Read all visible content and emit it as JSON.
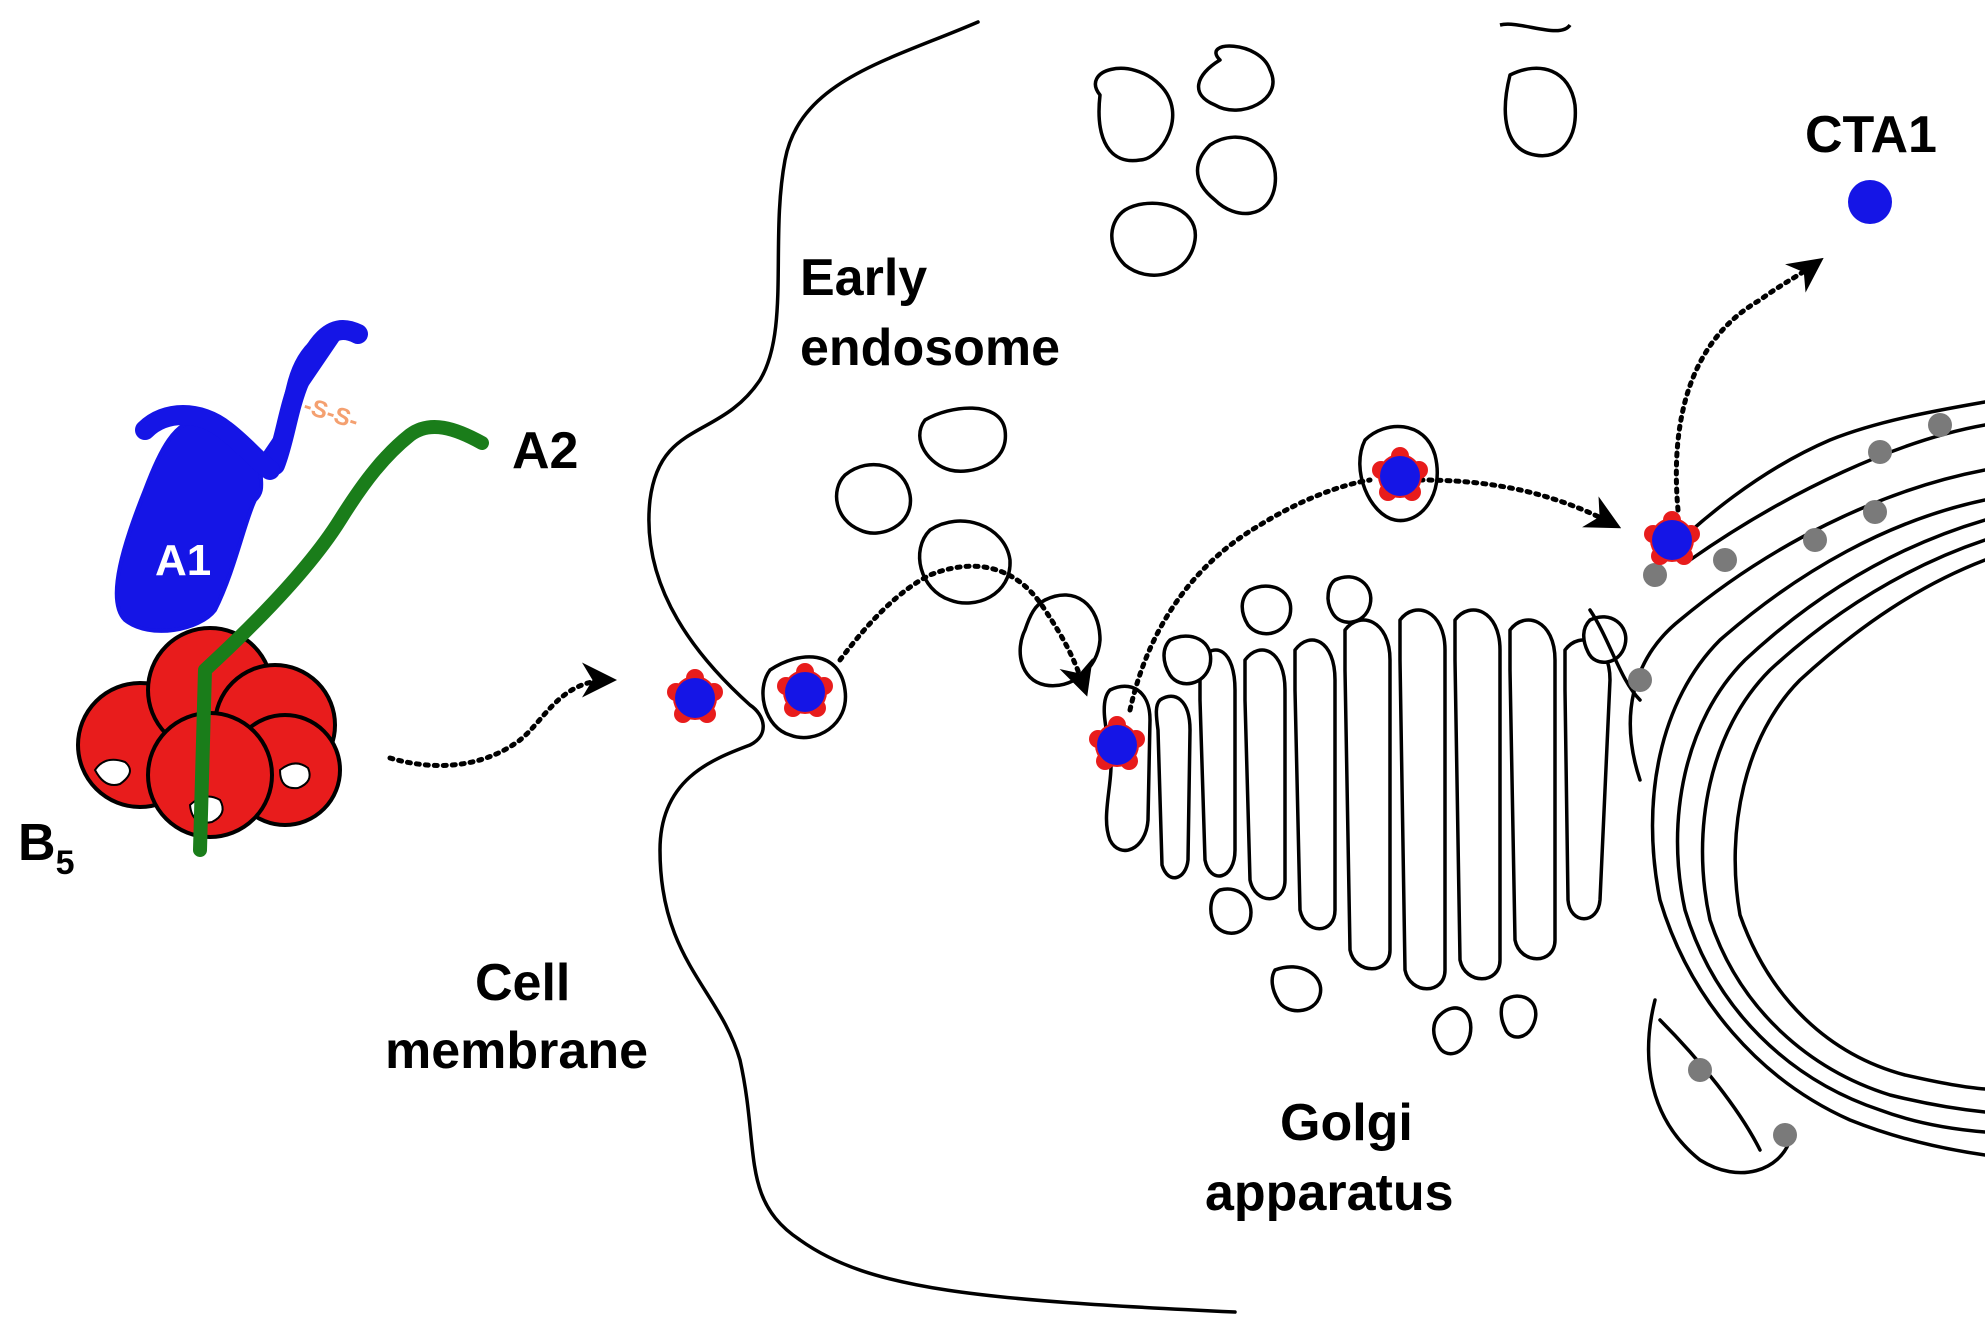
{
  "labels": {
    "a1": "A1",
    "a2": "A2",
    "b5_main": "B",
    "b5_sub": "5",
    "disulfide": "-S-S-",
    "early_endosome_1": "Early",
    "early_endosome_2": "endosome",
    "cell_membrane_1": "Cell",
    "cell_membrane_2": "membrane",
    "golgi_1": "Golgi",
    "golgi_2": "apparatus",
    "cta1": "CTA1"
  },
  "colors": {
    "a1_subunit": "#1515e6",
    "a2_chain": "#1a7d1a",
    "b5_pentamer": "#e81c1c",
    "disulfide": "#f4a070",
    "toxin_core": "#1515e6",
    "toxin_ring": "#e81c1c",
    "er_ribosome": "#7a7a7a"
  }
}
